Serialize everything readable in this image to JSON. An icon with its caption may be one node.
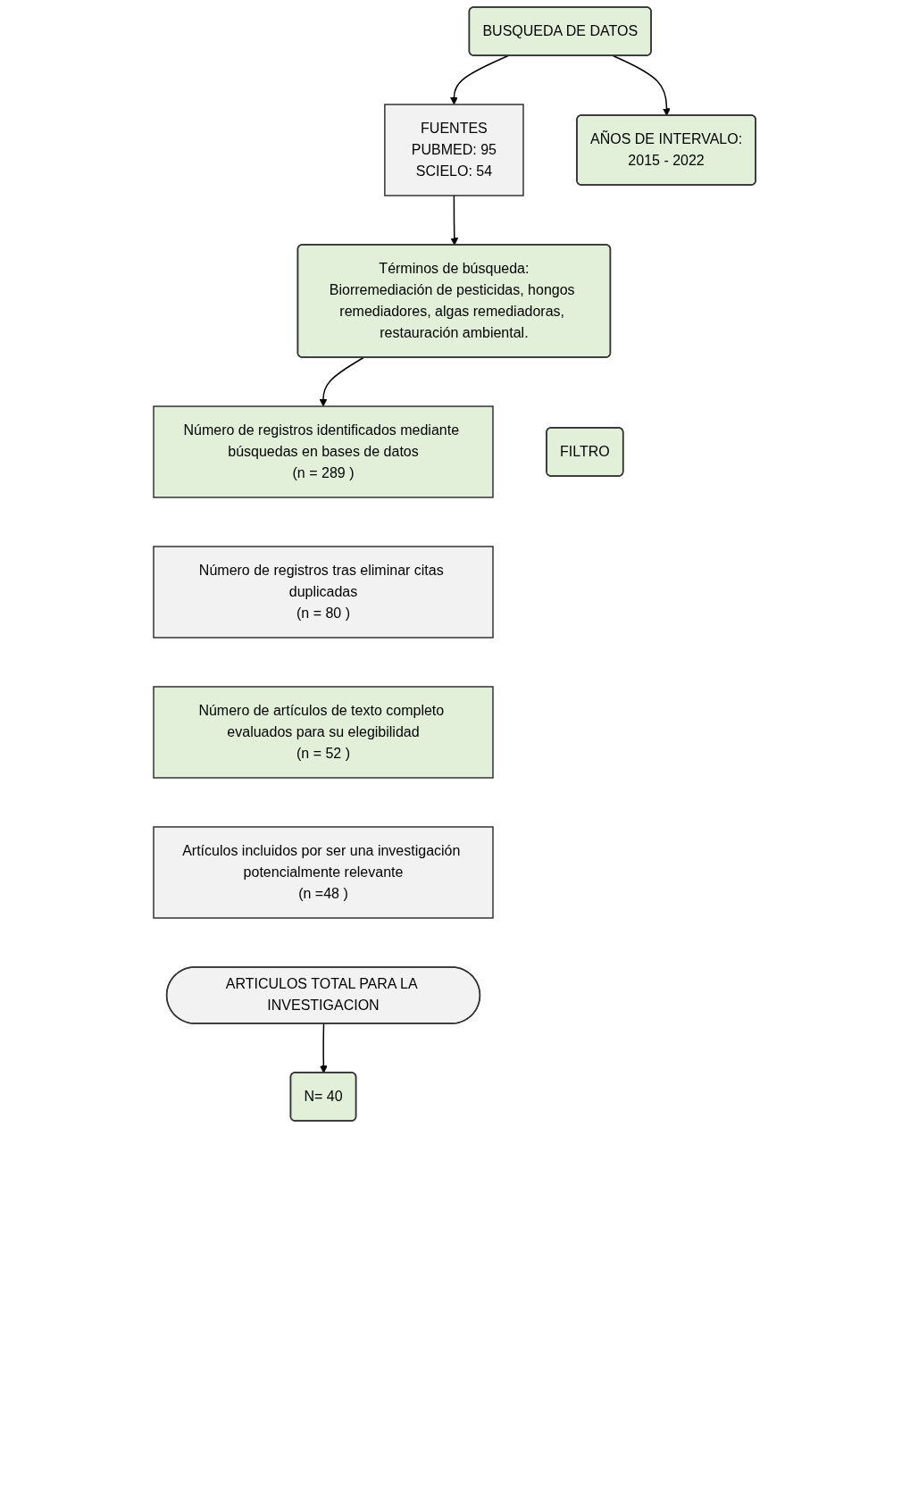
{
  "diagram": {
    "nodes": [
      {
        "text": [
          "BUSQUEDA DE DATOS"
        ]
      },
      {
        "text": [
          "FUENTES",
          "PUBMED: 95",
          "SCIELO: 54"
        ]
      },
      {
        "text": [
          "AÑOS DE INTERVALO:",
          "2015 - 2022"
        ]
      },
      {
        "text": [
          "Términos de búsqueda:",
          "Biorremediación de pesticidas, hongos remediadores, algas remediadoras, restauración ambiental."
        ]
      },
      {
        "text": [
          "Número de registros identificados mediante búsquedas en bases de datos",
          "(n = 289 )"
        ]
      },
      {
        "text": [
          "Número de registros tras eliminar citas duplicadas",
          "(n = 80 )"
        ]
      },
      {
        "text": [
          "Número de artículos de texto completo evaluados para su elegibilidad",
          "(n = 52 )"
        ]
      },
      {
        "text": [
          "Artículos incluidos por ser una investigación potencialmente relevante",
          "(n =48 )"
        ]
      },
      {
        "text": [
          "FILTRO"
        ]
      },
      {
        "text": [
          "ARTICULOS TOTAL PARA LA INVESTIGACION"
        ]
      },
      {
        "text": [
          "N= 40"
        ]
      }
    ],
    "edges": [
      {
        "from": 0,
        "to": 1,
        "arrow": "to"
      },
      {
        "from": 0,
        "to": 2,
        "arrow": "to"
      },
      {
        "from": 1,
        "to": 3,
        "arrow": "to"
      },
      {
        "from": 3,
        "to": 4,
        "arrow": "to"
      },
      {
        "from": 9,
        "to": 10,
        "arrow": "to"
      }
    ]
  }
}
